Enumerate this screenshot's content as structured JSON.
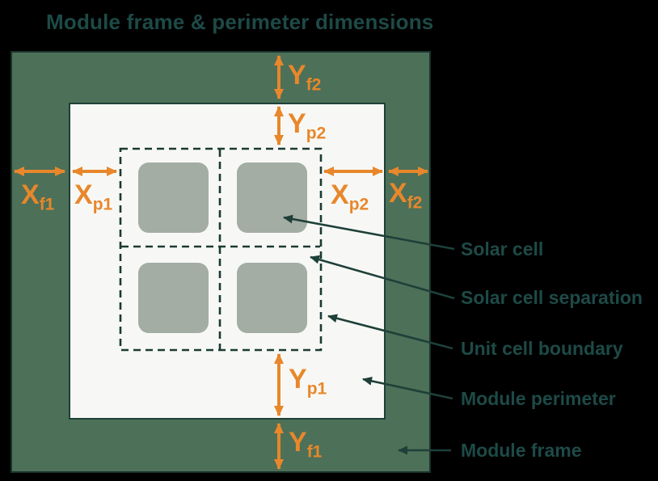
{
  "title": "Module frame & perimeter dimensions",
  "colors": {
    "background": "#000000",
    "module_frame_green": "#4d7058",
    "module_perimeter_white": "#f7f8f5",
    "solar_cell_gray_green": "#a3ada3",
    "dimension_arrow_orange": "#e8872b",
    "line_and_text_teal": "#1d4a47"
  },
  "dimension_labels": {
    "yf2": {
      "main": "Y",
      "sub": "f2"
    },
    "yp2": {
      "main": "Y",
      "sub": "p2"
    },
    "xf1": {
      "main": "X",
      "sub": "f1"
    },
    "xp1": {
      "main": "X",
      "sub": "p1"
    },
    "xp2": {
      "main": "X",
      "sub": "p2"
    },
    "xf2": {
      "main": "X",
      "sub": "f2"
    },
    "yp1": {
      "main": "Y",
      "sub": "p1"
    },
    "yf1": {
      "main": "Y",
      "sub": "f1"
    }
  },
  "legend": {
    "items": [
      {
        "label": "Solar cell"
      },
      {
        "label": "Solar cell separation"
      },
      {
        "label": "Unit cell boundary"
      },
      {
        "label": "Module perimeter"
      },
      {
        "label": "Module frame"
      }
    ]
  }
}
